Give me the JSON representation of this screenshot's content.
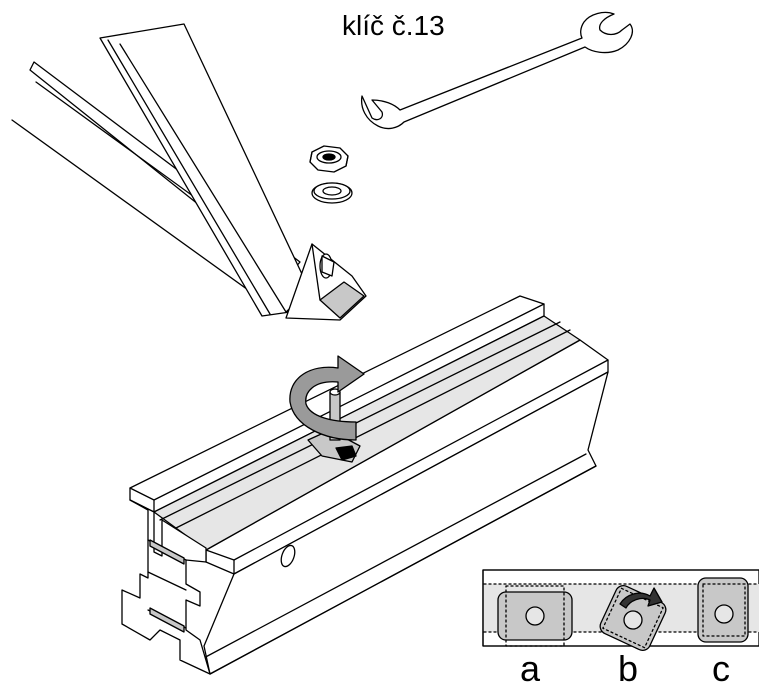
{
  "labels": {
    "wrench": "klíč č.13",
    "step_a": "a",
    "step_b": "b",
    "step_c": "c"
  },
  "colors": {
    "line": "#000000",
    "panel": "#ffffff",
    "shade_light": "#e6e6e6",
    "shade_mid": "#c8c8c8",
    "arrow_fill": "#9a9a9a",
    "arrow_dark": "#333333"
  }
}
